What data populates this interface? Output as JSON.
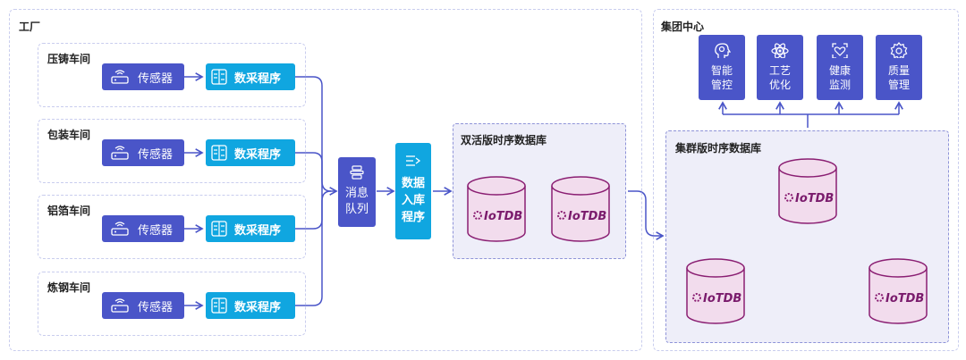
{
  "factory": {
    "title": "工厂",
    "workshops": [
      {
        "name": "压铸车间",
        "sensor": "传感器",
        "program": "数采程序"
      },
      {
        "name": "包装车间",
        "sensor": "传感器",
        "program": "数采程序"
      },
      {
        "name": "铝箔车间",
        "sensor": "传感器",
        "program": "数采程序"
      },
      {
        "name": "炼钢车间",
        "sensor": "传感器",
        "program": "数采程序"
      }
    ],
    "mq": {
      "line1": "消息",
      "line2": "队列"
    },
    "ingest": {
      "line1": "数据",
      "line2": "入库",
      "line3": "程序"
    },
    "dual_db": {
      "title": "双活版时序数据库",
      "db_label": "IoTDB"
    }
  },
  "group": {
    "title": "集团中心",
    "apps": [
      {
        "line1": "智能",
        "line2": "管控",
        "icon": "smart-brain-icon"
      },
      {
        "line1": "工艺",
        "line2": "优化",
        "icon": "atom-icon"
      },
      {
        "line1": "健康",
        "line2": "监测",
        "icon": "heart-monitor-icon"
      },
      {
        "line1": "质量",
        "line2": "管理",
        "icon": "gear-icon"
      }
    ],
    "cluster_db": {
      "title": "集群版时序数据库",
      "db_label": "IoTDB"
    }
  },
  "colors": {
    "primary": "#4a55c8",
    "program": "#10a6e0",
    "db_stroke": "#8a1e72",
    "db_fill": "#f2dced",
    "arrow": "#4a55c8"
  }
}
